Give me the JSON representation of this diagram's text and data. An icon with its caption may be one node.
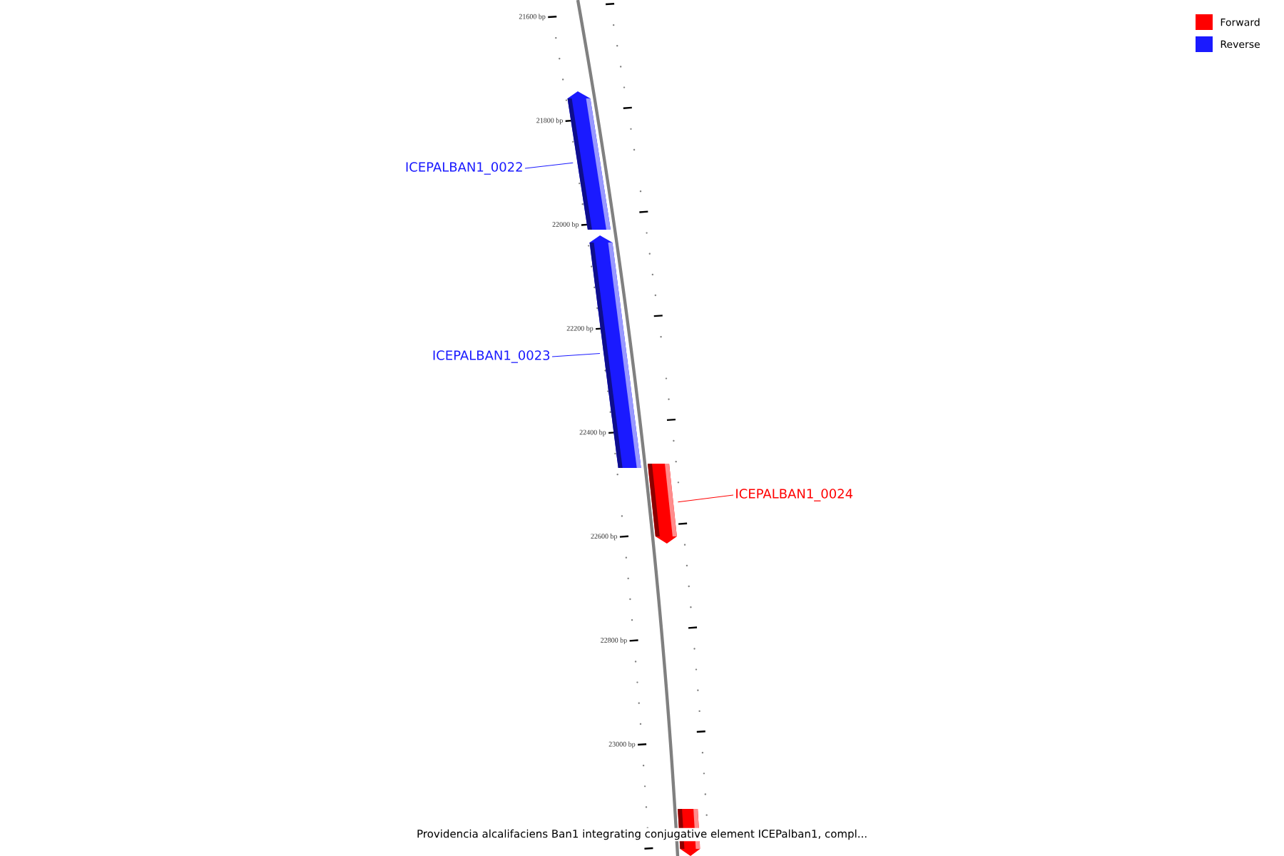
{
  "diagram": {
    "caption": "Providencia alcalifaciens Ban1 integrating conjugative element ICEPalban1, compl...",
    "nodes": [
      {
        "text": [
          "ICEPALBAN1_0022"
        ]
      },
      {
        "text": [],
        "shape": "bar"
      },
      {
        "text": [
          "ICEPALBAN1_0023"
        ]
      },
      {
        "text": [],
        "shape": "bar"
      },
      {
        "text": [],
        "shape": "bar"
      },
      {
        "text": [
          "ICEPALBAN1_0024"
        ]
      },
      {
        "text": [],
        "shape": "bar"
      }
    ],
    "edges": [
      {
        "from": 0,
        "to": 1,
        "arrow": "none"
      },
      {
        "from": 2,
        "to": 3,
        "arrow": "none"
      },
      {
        "from": 5,
        "to": 4,
        "arrow": "none",
        "color": "#ff0000"
      }
    ],
    "labels": [
      "21600 bp",
      "21800 bp",
      "22000 bp",
      "22200 bp",
      "22400 bp",
      "22600 bp",
      "22800 bp",
      "23000 bp"
    ],
    "legend": [
      {
        "text": "Forward",
        "color": "#ff0000"
      },
      {
        "text": "Reverse",
        "color": "#1a1aff"
      }
    ]
  }
}
